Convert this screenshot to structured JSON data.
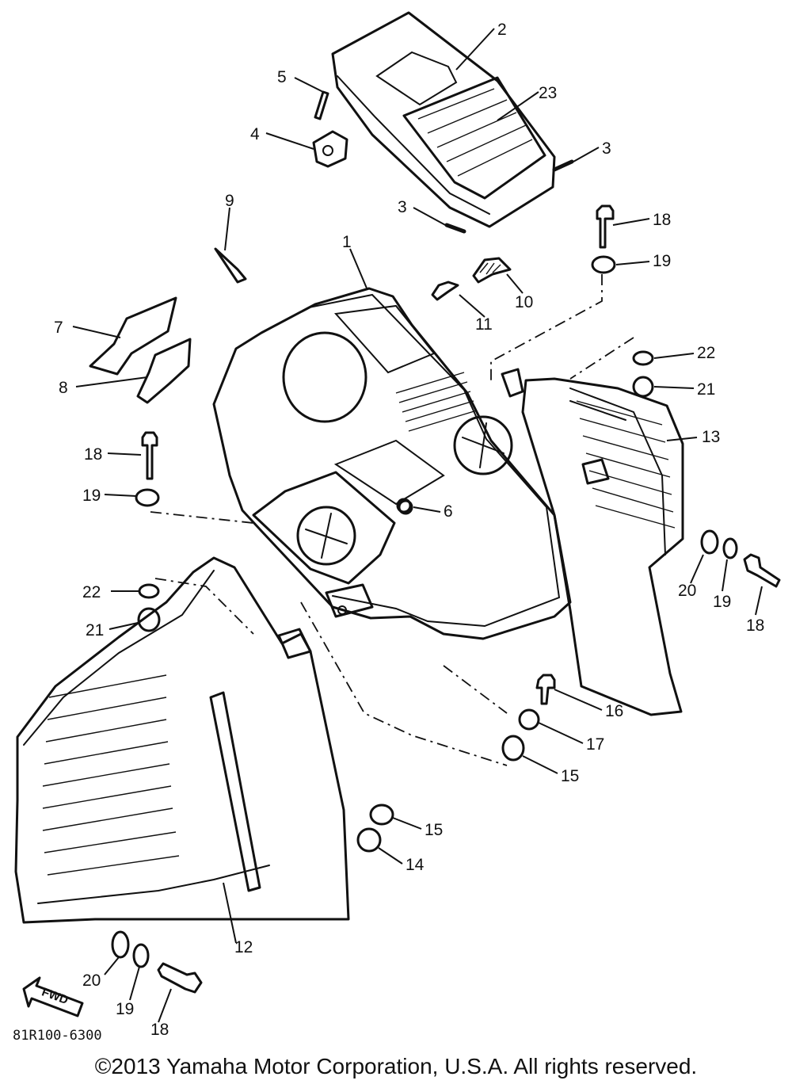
{
  "diagram": {
    "callouts": [
      {
        "id": "c2",
        "label": "2"
      },
      {
        "id": "c23",
        "label": "23"
      },
      {
        "id": "c5",
        "label": "5"
      },
      {
        "id": "c4",
        "label": "4"
      },
      {
        "id": "c3a",
        "label": "3"
      },
      {
        "id": "c3b",
        "label": "3"
      },
      {
        "id": "c9",
        "label": "9"
      },
      {
        "id": "c1",
        "label": "1"
      },
      {
        "id": "c18a",
        "label": "18"
      },
      {
        "id": "c19a",
        "label": "19"
      },
      {
        "id": "c10",
        "label": "10"
      },
      {
        "id": "c11",
        "label": "11"
      },
      {
        "id": "c7",
        "label": "7"
      },
      {
        "id": "c8",
        "label": "8"
      },
      {
        "id": "c22a",
        "label": "22"
      },
      {
        "id": "c21a",
        "label": "21"
      },
      {
        "id": "c13",
        "label": "13"
      },
      {
        "id": "c18b",
        "label": "18"
      },
      {
        "id": "c19b",
        "label": "19"
      },
      {
        "id": "c6",
        "label": "6"
      },
      {
        "id": "c22b",
        "label": "22"
      },
      {
        "id": "c21b",
        "label": "21"
      },
      {
        "id": "c20a",
        "label": "20"
      },
      {
        "id": "c19c",
        "label": "19"
      },
      {
        "id": "c18c",
        "label": "18"
      },
      {
        "id": "c16",
        "label": "16"
      },
      {
        "id": "c17",
        "label": "17"
      },
      {
        "id": "c15a",
        "label": "15"
      },
      {
        "id": "c15b",
        "label": "15"
      },
      {
        "id": "c14",
        "label": "14"
      },
      {
        "id": "c12",
        "label": "12"
      },
      {
        "id": "c20b",
        "label": "20"
      },
      {
        "id": "c19d",
        "label": "19"
      },
      {
        "id": "c18d",
        "label": "18"
      }
    ],
    "fwd_label": "FWD",
    "diagram_code": "81R100-6300"
  },
  "footer": {
    "copyright": "©2013 Yamaha Motor Corporation, U.S.A. All rights reserved."
  }
}
